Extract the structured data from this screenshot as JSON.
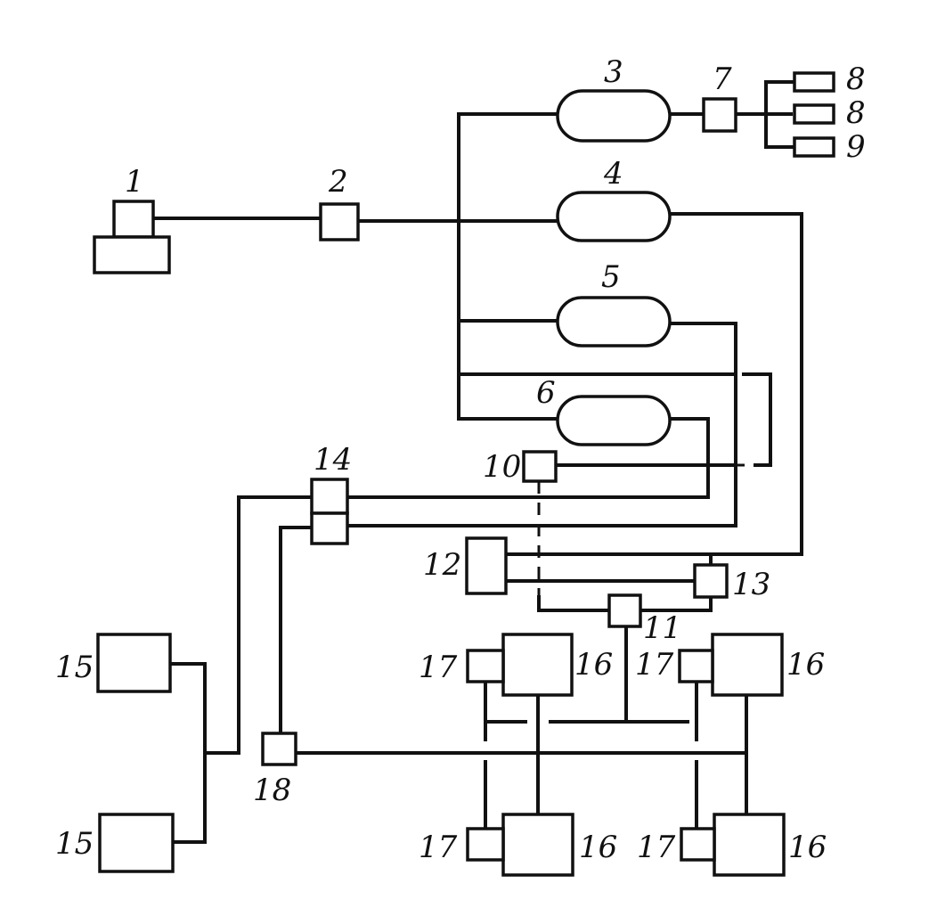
{
  "diagram": {
    "labels": {
      "n1": "1",
      "n2": "2",
      "n3": "3",
      "n4": "4",
      "n5": "5",
      "n6": "6",
      "n7": "7",
      "n8a": "8",
      "n8b": "8",
      "n9": "9",
      "n10": "10",
      "n11": "11",
      "n12": "12",
      "n13": "13",
      "n14": "14",
      "n15a": "15",
      "n15b": "15",
      "n16a": "16",
      "n16b": "16",
      "n16c": "16",
      "n16d": "16",
      "n17a": "17",
      "n17b": "17",
      "n17c": "17",
      "n17d": "17",
      "n18": "18"
    },
    "colors": {
      "line": "#111111",
      "background": "#ffffff"
    }
  }
}
